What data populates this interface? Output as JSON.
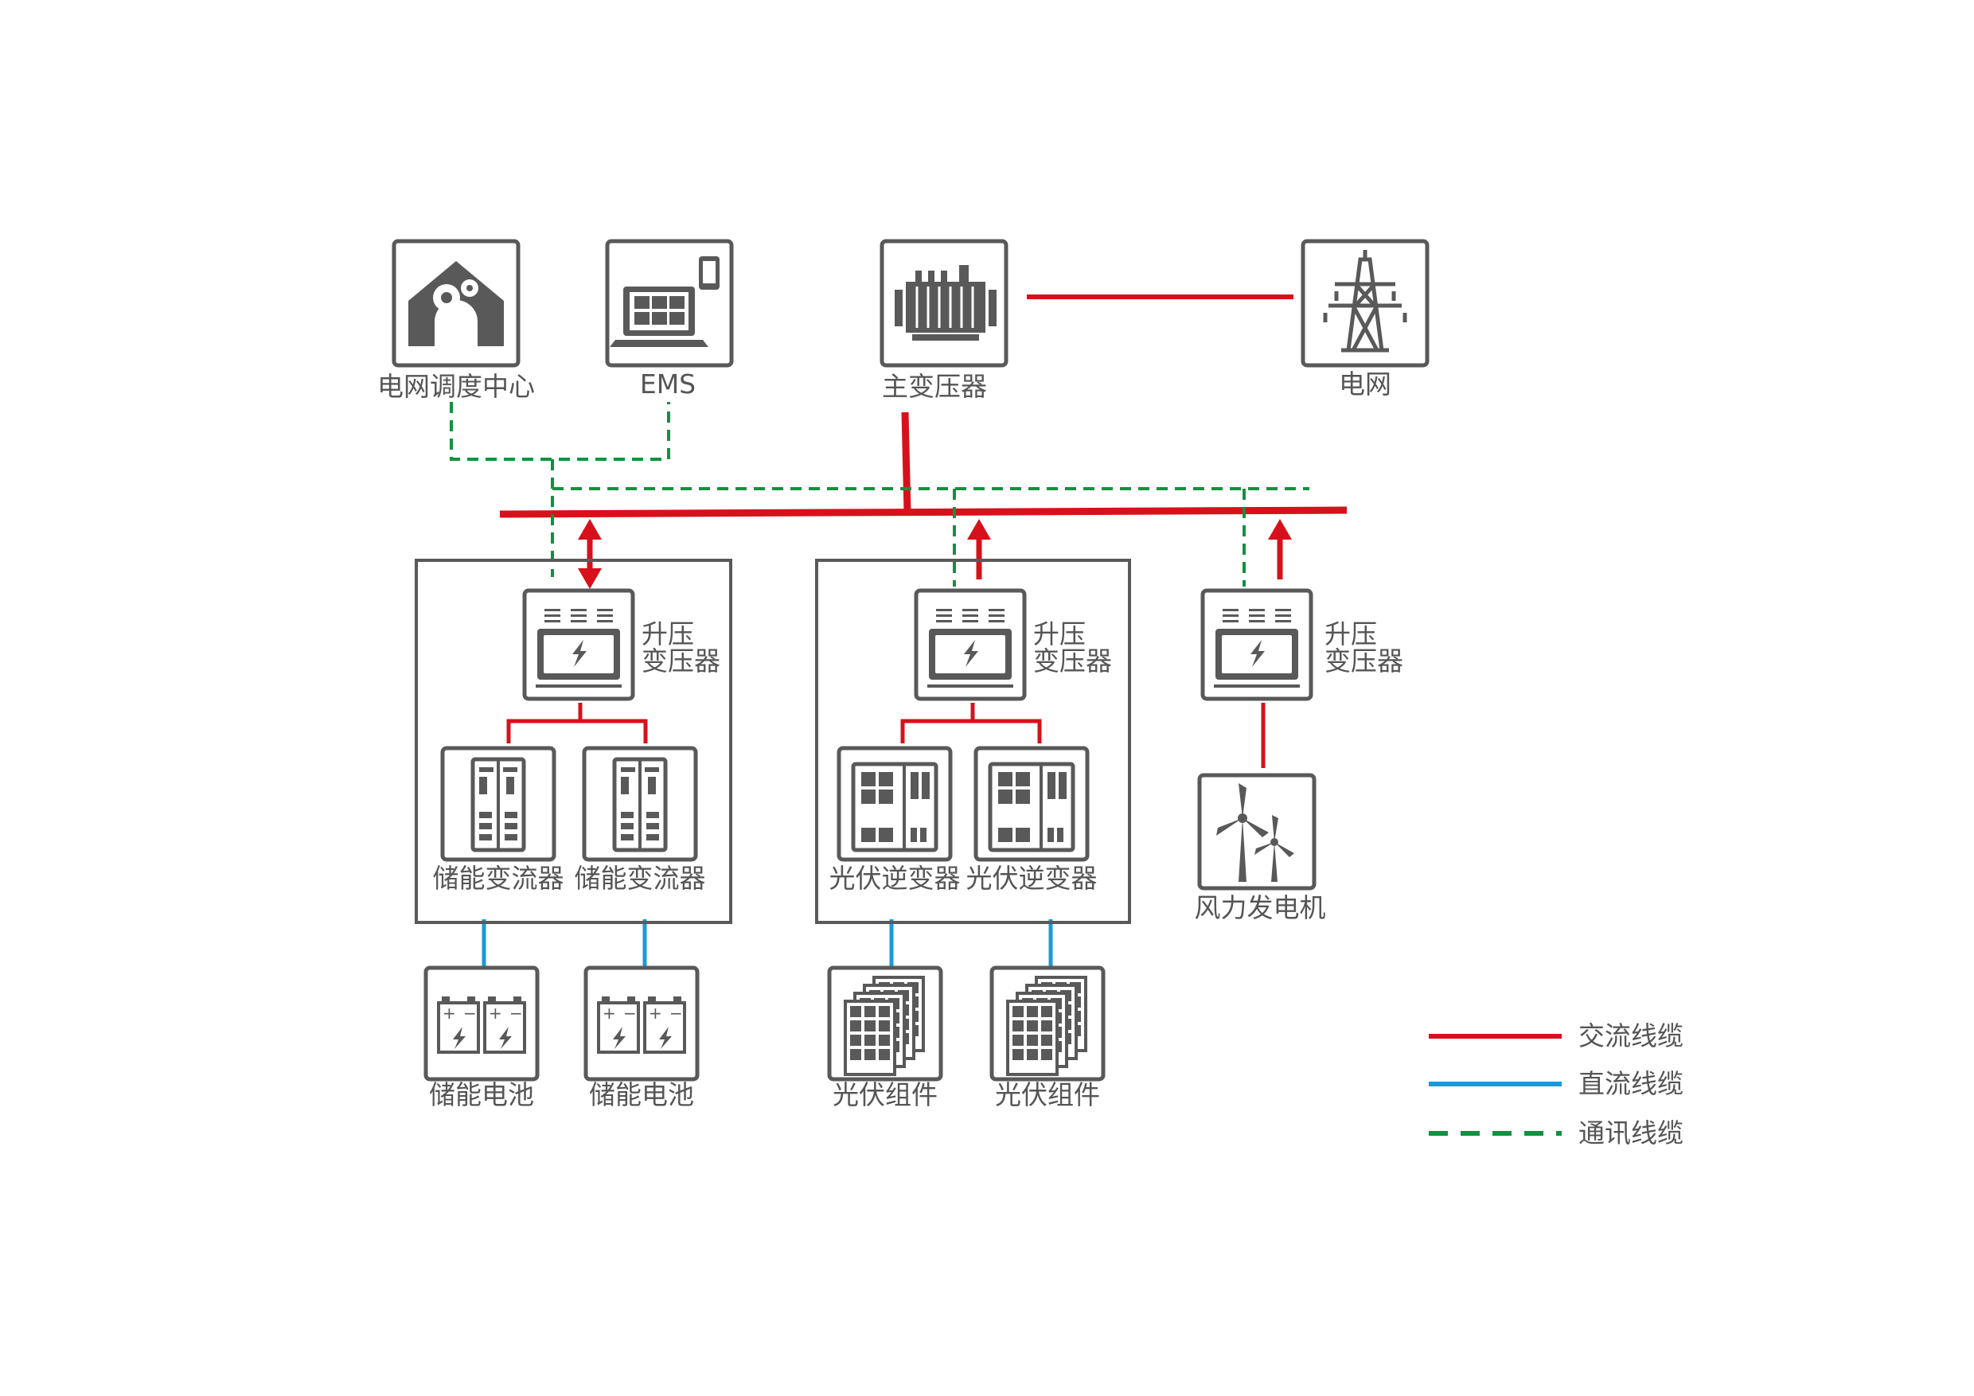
{
  "nodes": {
    "dispatch": "电网调度中心",
    "ems": "EMS",
    "main_transformer": "主变压器",
    "grid": "电网",
    "step_up_1": [
      "升压",
      "变压器"
    ],
    "step_up_2": [
      "升压",
      "变压器"
    ],
    "step_up_3": [
      "升压",
      "变压器"
    ],
    "pcs_1": "储能变流器",
    "pcs_2": "储能变流器",
    "pv_inverter_1": "光伏逆变器",
    "pv_inverter_2": "光伏逆变器",
    "wind_turbine": "风力发电机",
    "battery_1": "储能电池",
    "battery_2": "储能电池",
    "pv_module_1": "光伏组件",
    "pv_module_2": "光伏组件"
  },
  "legend": [
    {
      "label": "交流线缆",
      "style": "solid",
      "color": "#d7111b"
    },
    {
      "label": "直流线缆",
      "style": "solid",
      "color": "#1a9ad9"
    },
    {
      "label": "通讯线缆",
      "style": "dashed",
      "color": "#12913e"
    }
  ],
  "icons": {
    "dispatch": "house-gear-icon",
    "ems": "laptop-phone-icon",
    "main_transformer": "transformer-icon",
    "grid": "transmission-tower-icon",
    "step_up": "switchgear-lightning-icon",
    "pcs": "cabinet-icon",
    "pv_inverter": "inverter-cabinet-icon",
    "wind_turbine": "wind-turbine-icon",
    "battery": "battery-icon",
    "pv_module": "solar-panel-icon"
  }
}
